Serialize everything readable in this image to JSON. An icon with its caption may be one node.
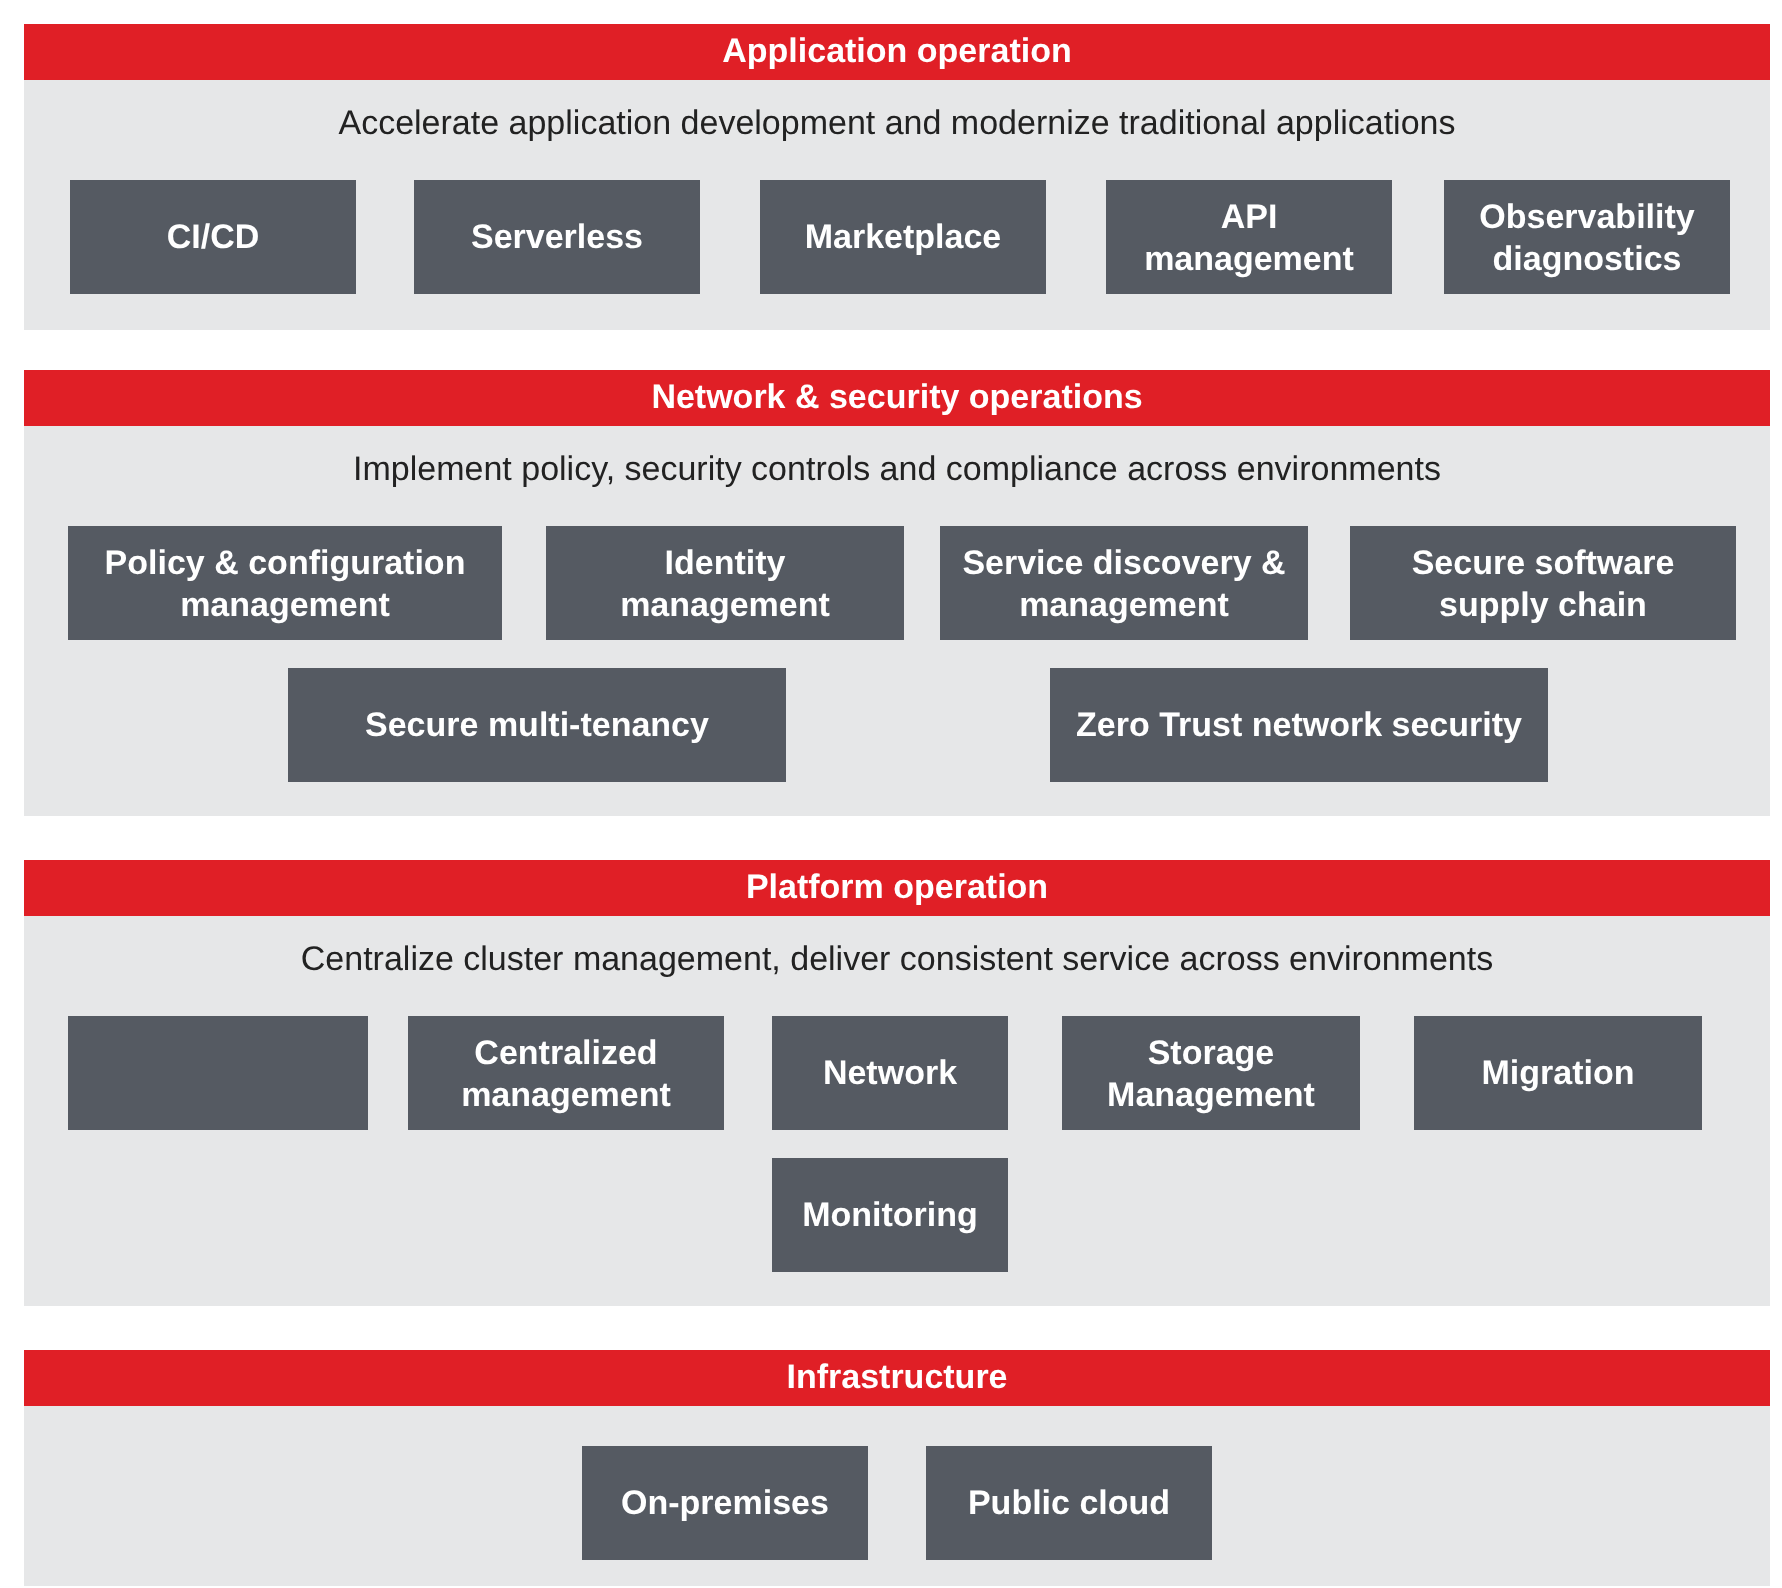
{
  "diagram": {
    "nodes": [
      {
        "text": [
          "Application operation",
          "Accelerate application development and modernize traditional applications"
        ]
      },
      {
        "text": [
          "CI/CD"
        ],
        "in": 0
      },
      {
        "text": [
          "Serverless"
        ],
        "in": 0
      },
      {
        "text": [
          "Marketplace"
        ],
        "in": 0
      },
      {
        "text": [
          "API management"
        ],
        "in": 0
      },
      {
        "text": [
          "Observability diagnostics"
        ],
        "in": 0
      },
      {
        "text": [
          "Network & security operations",
          "Implement policy, security controls and compliance across environments"
        ]
      },
      {
        "text": [
          "Policy & configuration management"
        ],
        "in": 6
      },
      {
        "text": [
          "Identity management"
        ],
        "in": 6
      },
      {
        "text": [
          "Service discovery & management"
        ],
        "in": 6
      },
      {
        "text": [
          "Secure software supply chain"
        ],
        "in": 6
      },
      {
        "text": [
          "Secure multi-tenancy"
        ],
        "in": 6
      },
      {
        "text": [
          "Zero Trust network security"
        ],
        "in": 6
      },
      {
        "text": [
          "Platform operation",
          "Centralize cluster management, deliver consistent service across environments"
        ]
      },
      {
        "text": [],
        "shape": "box",
        "in": 13
      },
      {
        "text": [
          "Centralized management"
        ],
        "in": 13
      },
      {
        "text": [
          "Network"
        ],
        "in": 13
      },
      {
        "text": [
          "Storage Management"
        ],
        "in": 13
      },
      {
        "text": [
          "Migration"
        ],
        "in": 13
      },
      {
        "text": [
          "Monitoring"
        ],
        "in": 13
      },
      {
        "text": [
          "Infrastructure"
        ]
      },
      {
        "text": [
          "On-premises"
        ],
        "in": 20
      },
      {
        "text": [
          "Public cloud"
        ],
        "in": 20
      }
    ]
  }
}
